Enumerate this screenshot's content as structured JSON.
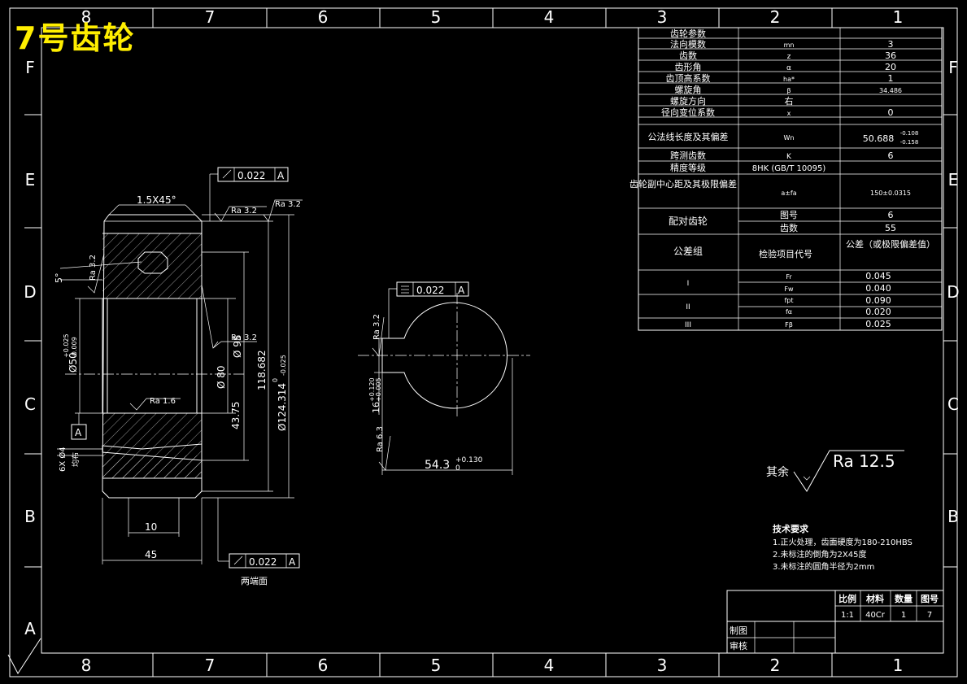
{
  "title": "7号齿轮",
  "border": {
    "top_labels": [
      "8",
      "7",
      "6",
      "5",
      "4",
      "3",
      "2",
      "1"
    ],
    "bottom_labels": [
      "8",
      "7",
      "6",
      "5",
      "4",
      "3",
      "2",
      "1"
    ],
    "left_labels": [
      "F",
      "E",
      "D",
      "C",
      "B",
      "A"
    ],
    "right_labels": [
      "F",
      "E",
      "D",
      "C",
      "B"
    ]
  },
  "param_table": {
    "rows": [
      {
        "name": "齿轮参数",
        "symbol": "",
        "value": ""
      },
      {
        "name": "法向模数",
        "symbol": "mn",
        "value": "3"
      },
      {
        "name": "齿数",
        "symbol": "z",
        "value": "36"
      },
      {
        "name": "齿形角",
        "symbol": "α",
        "value": "20"
      },
      {
        "name": "齿顶高系数",
        "symbol": "ha*",
        "value": "1"
      },
      {
        "name": "螺旋角",
        "symbol": "β",
        "value": "34.486"
      },
      {
        "name": "螺旋方向",
        "symbol": "",
        "value": "右"
      },
      {
        "name": "径向变位系数",
        "symbol": "x",
        "value": "0"
      },
      {
        "name": "公法线长度及其偏差",
        "symbol": "Wn",
        "value": "50.688",
        "value_sup": "-0.108",
        "value_sub": "-0.158"
      },
      {
        "name": "跨测齿数",
        "symbol": "K",
        "value": "6"
      },
      {
        "name": "精度等级",
        "symbol": "8HK (GB/T 10095)",
        "value": ""
      },
      {
        "name": "齿轮副中心距及其极限偏差",
        "symbol": "a±fa",
        "value": "150±0.0315"
      }
    ],
    "mating_label": "配对齿轮",
    "mating_rows": [
      {
        "name": "图号",
        "value": "6"
      },
      {
        "name": "齿数",
        "value": "55"
      }
    ],
    "tolerance_header": {
      "group": "公差组",
      "code": "检验项目代号",
      "value": "公差（或极限偏差值）"
    },
    "tolerance_rows": [
      {
        "group": "I",
        "code": "Fr",
        "value": "0.045"
      },
      {
        "group": "",
        "code": "Fw",
        "value": "0.040"
      },
      {
        "group": "II",
        "code": "fpt",
        "value": "0.090"
      },
      {
        "group": "",
        "code": "fα",
        "value": "0.020"
      },
      {
        "group": "III",
        "code": "Fβ",
        "value": "0.025"
      }
    ]
  },
  "gear_section": {
    "chamfer": "1.5X45°",
    "top_tolerance": "0.022",
    "datum": "A",
    "ra_top_1": "Ra 3.2",
    "ra_top_2": "Ra 3.2",
    "ra_left_d": "Ra 3.2",
    "ra_mid": "Ra 3.2",
    "ra_bottom": "Ra 1.6",
    "angle_left": "5°",
    "dim_bore": "Ø50",
    "dim_bore_tol_upper": "+0.025",
    "dim_bore_tol_lower": "-0.009",
    "dim_hub": "Ø 80",
    "dim_95": "Ø 95",
    "dim_118": "118.682",
    "dim_outer": "Ø124.314",
    "dim_outer_tol_upper": "0",
    "dim_outer_tol_lower": "-0.025",
    "dim_4375": "43.75",
    "dim_bottom_left": "6X Ø4",
    "dim_bottom_left_2": "均布",
    "dim_10": "10",
    "dim_45": "45",
    "bottom_tolerance": "0.022",
    "bottom_caption": "两端面"
  },
  "end_view": {
    "tolerance": "0.022",
    "datum": "A",
    "ra_top": "Ra 3.2",
    "ra_bottom": "Ra 6.3",
    "dim_keyway": "16",
    "dim_keyway_upper": "+0.120",
    "dim_keyway_lower": "+0.005",
    "dim_depth": "54.3",
    "dim_depth_upper": "+0.130",
    "dim_depth_lower": "0"
  },
  "surface_rest": {
    "label": "其余",
    "ra": "Ra 12.5"
  },
  "tech_requirements": {
    "heading": "技术要求",
    "lines": [
      "1.正火处理，齿面硬度为180-210HBS",
      "2.未标注的倒角为2X45度",
      "3.未标注的圆角半径为2mm"
    ]
  },
  "title_block": {
    "headers": [
      "比例",
      "材料",
      "数量",
      "图号"
    ],
    "values": [
      "1:1",
      "40Cr",
      "1",
      "7"
    ],
    "drawn": "制图",
    "checked": "审核"
  }
}
